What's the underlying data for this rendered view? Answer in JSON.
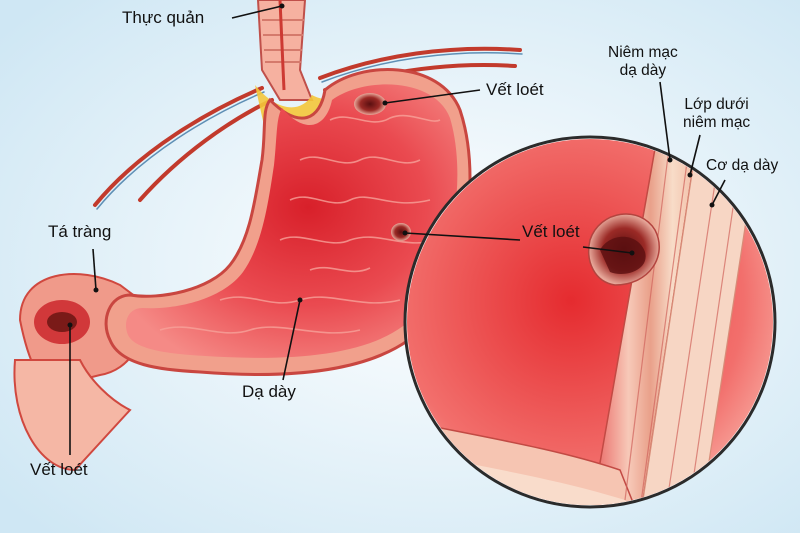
{
  "labels": {
    "thuc_quan": "Thực quản",
    "vet_loet_top": "Vết loét",
    "vet_loet_middle": "Vết loét",
    "vet_loet_bottom": "Vết loét",
    "ta_trang": "Tá tràng",
    "da_day": "Dạ dày",
    "niem_mac_line1": "Niêm mạc",
    "niem_mac_line2": "dạ dày",
    "lop_duoi_line1": "Lớp dưới",
    "lop_duoi_line2": "niêm mạc",
    "co_da_day": "Cơ dạ dày"
  },
  "colors": {
    "background": "#dceff8",
    "stomach_wall": "#e8454a",
    "stomach_inner": "#f07070",
    "muscle": "#f2c2a0",
    "fat": "#f4c63a",
    "vessel": "#c0392b",
    "ulcer": "#8a1f1f",
    "leader_line": "#111111"
  }
}
